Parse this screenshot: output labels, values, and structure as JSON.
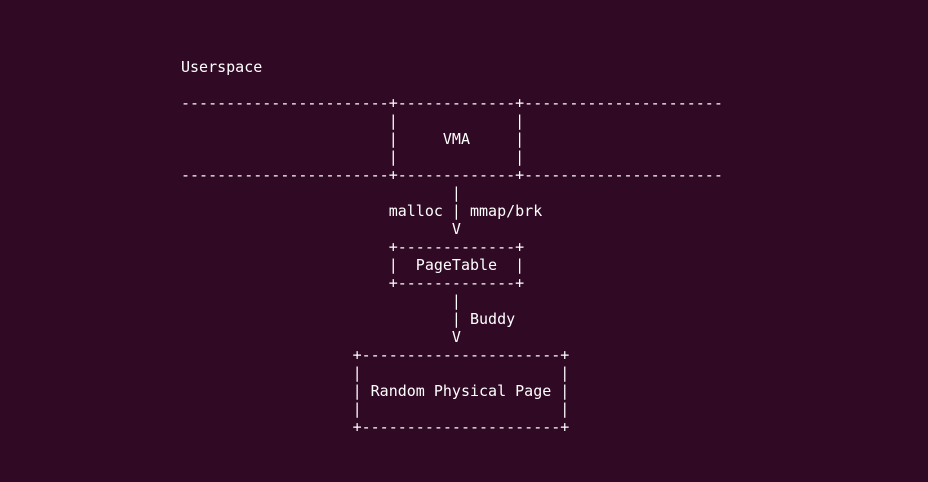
{
  "terminal": {
    "background": "#300a24",
    "foreground": "#ffffff",
    "lines": [
      "Userspace",
      "",
      "-----------------------+-------------+----------------------",
      "                       |             |",
      "                       |     VMA     |",
      "                       |             |",
      "-----------------------+-------------+----------------------",
      "                              |",
      "                       malloc | mmap/brk",
      "                              V",
      "                       +-------------+",
      "                       |  PageTable  |",
      "                       +-------------+",
      "                              |",
      "                              | Buddy",
      "                              V",
      "                   +----------------------+",
      "                   |                      |",
      "                   | Random Physical Page |",
      "                   |                      |",
      "                   +----------------------+"
    ]
  }
}
